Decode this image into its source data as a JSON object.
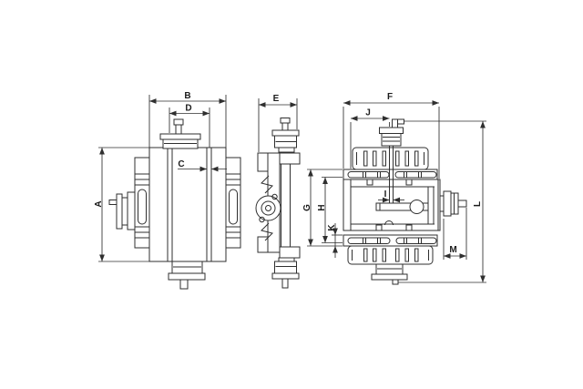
{
  "drawing": {
    "kind": "technical-orthographic-drawing",
    "subject": "cross slide table with handwheels",
    "background_color": "#ffffff",
    "line_color": "#2f2f2f",
    "views": [
      {
        "id": "front-view",
        "dimension_labels": [
          "A",
          "B",
          "C",
          "D"
        ]
      },
      {
        "id": "side-view",
        "dimension_labels": [
          "E"
        ]
      },
      {
        "id": "plan-view",
        "dimension_labels": [
          "F",
          "G",
          "H",
          "I",
          "J",
          "K",
          "L",
          "M"
        ]
      }
    ]
  },
  "labels": {
    "A": "A",
    "B": "B",
    "C": "C",
    "D": "D",
    "E": "E",
    "F": "F",
    "G": "G",
    "H": "H",
    "I": "I",
    "J": "J",
    "K": "K",
    "L": "L",
    "M": "M"
  }
}
